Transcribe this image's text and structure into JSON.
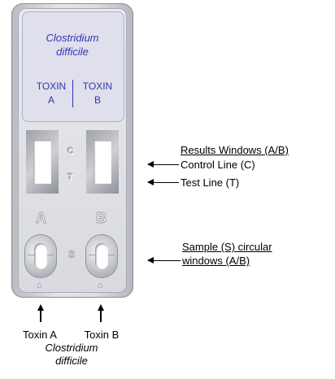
{
  "cassette": {
    "organism_line1": "Clostridium",
    "organism_line2": "difficile",
    "toxin_a_line1": "TOXIN",
    "toxin_a_line2": "A",
    "toxin_b_line1": "TOXIN",
    "toxin_b_line2": "B",
    "control_marker": "C",
    "test_marker": "T",
    "window_a_letter": "A",
    "window_b_letter": "B",
    "sample_marker": "S",
    "home_icon_glyph": "⌂"
  },
  "annotations": {
    "results_windows": "Results Windows (A/B)",
    "control_line": "Control Line (C)",
    "test_line": "Test Line (T)",
    "sample_windows_line1": "Sample (S) circular",
    "sample_windows_line2": "windows (A/B)"
  },
  "bottom_labels": {
    "toxin_a": "Toxin A",
    "toxin_b": "Toxin B",
    "organism_line1": "Clostridium",
    "organism_line2": "difficile"
  },
  "colors": {
    "label_text": "#2f35b5",
    "cassette_body": "#d9dae0"
  }
}
